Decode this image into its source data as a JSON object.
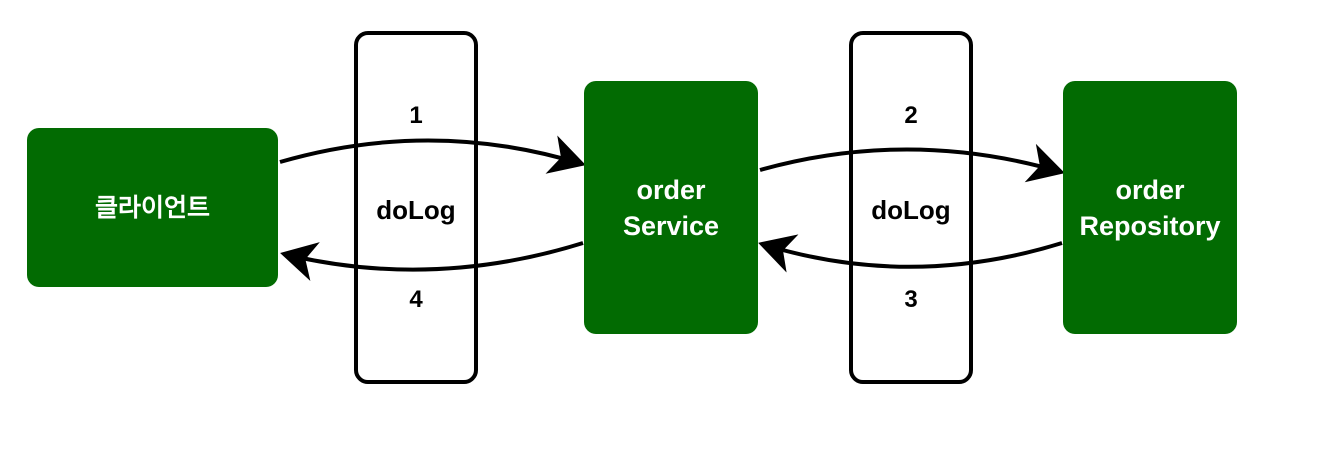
{
  "nodes": {
    "client": "클라이언트",
    "service": [
      "order",
      "Service"
    ],
    "repository": [
      "order",
      "Repository"
    ]
  },
  "proxies": {
    "left": {
      "name": "doLog",
      "top_number": "1",
      "bottom_number": "4"
    },
    "right": {
      "name": "doLog",
      "top_number": "2",
      "bottom_number": "3"
    }
  },
  "colors": {
    "node_fill": "#026b02",
    "node_text": "#ffffff",
    "stroke": "#000000"
  }
}
